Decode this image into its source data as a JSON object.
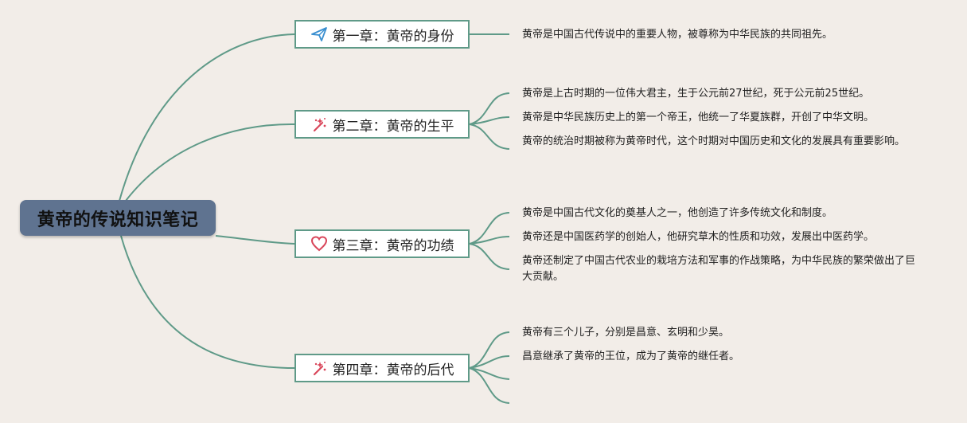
{
  "root": {
    "title": "黄帝的传说知识笔记"
  },
  "chapters": [
    {
      "title": "第一章：黄帝的身份",
      "icon": "paper-plane-icon",
      "notes": [
        "黄帝是中国古代传说中的重要人物，被尊称为中华民族的共同祖先。"
      ]
    },
    {
      "title": "第二章：黄帝的生平",
      "icon": "sparkle-wand-icon",
      "notes": [
        "黄帝是上古时期的一位伟大君主，生于公元前27世纪，死于公元前25世纪。",
        "黄帝是中华民族历史上的第一个帝王，他统一了华夏族群，开创了中华文明。",
        "黄帝的统治时期被称为黄帝时代，这个时期对中国历史和文化的发展具有重要影响。"
      ]
    },
    {
      "title": "第三章：黄帝的功绩",
      "icon": "heart-icon",
      "notes": [
        "黄帝是中国古代文化的奠基人之一，他创造了许多传统文化和制度。",
        "黄帝还是中国医药学的创始人，他研究草木的性质和功效，发展出中医药学。",
        "黄帝还制定了中国古代农业的栽培方法和军事的作战策略，为中华民族的繁荣做出了巨大贡献。"
      ]
    },
    {
      "title": "第四章：黄帝的后代",
      "icon": "sparkle-wand-icon",
      "notes": [
        "黄帝有三个儿子，分别是昌意、玄明和少昊。",
        "昌意继承了黄帝的王位，成为了黄帝的继任者。",
        "",
        ""
      ]
    }
  ],
  "colors": {
    "background": "#f2ede8",
    "branch": "#5f9a88",
    "root": "#5f7390",
    "icon_blue": "#3a8fd0",
    "icon_red": "#d9465a"
  }
}
